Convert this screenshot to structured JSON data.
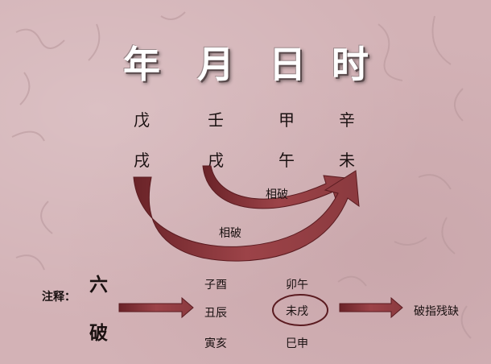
{
  "pillars": {
    "year": "年",
    "month": "月",
    "day": "日",
    "hour": "时"
  },
  "stems": {
    "year": "戊",
    "month": "壬",
    "day": "甲",
    "hour": "辛"
  },
  "branches": {
    "year": "戌",
    "month": "戌",
    "day": "午",
    "hour": "未"
  },
  "arrow_labels": {
    "inner": "相破",
    "outer": "相破"
  },
  "legend": {
    "note_label": "注释：",
    "title_top": "六",
    "title_bottom": "破",
    "pairs_left": [
      "子酉",
      "丑辰",
      "寅亥"
    ],
    "pairs_right": [
      "卯午",
      "未戌",
      "巳申"
    ],
    "highlighted": "未戌",
    "meaning": "破指残缺"
  },
  "colors": {
    "arrow": "#8b3a3f",
    "arrow_dark": "#6a2328",
    "circle": "#5a1b20",
    "background": "#d3b2b6"
  }
}
